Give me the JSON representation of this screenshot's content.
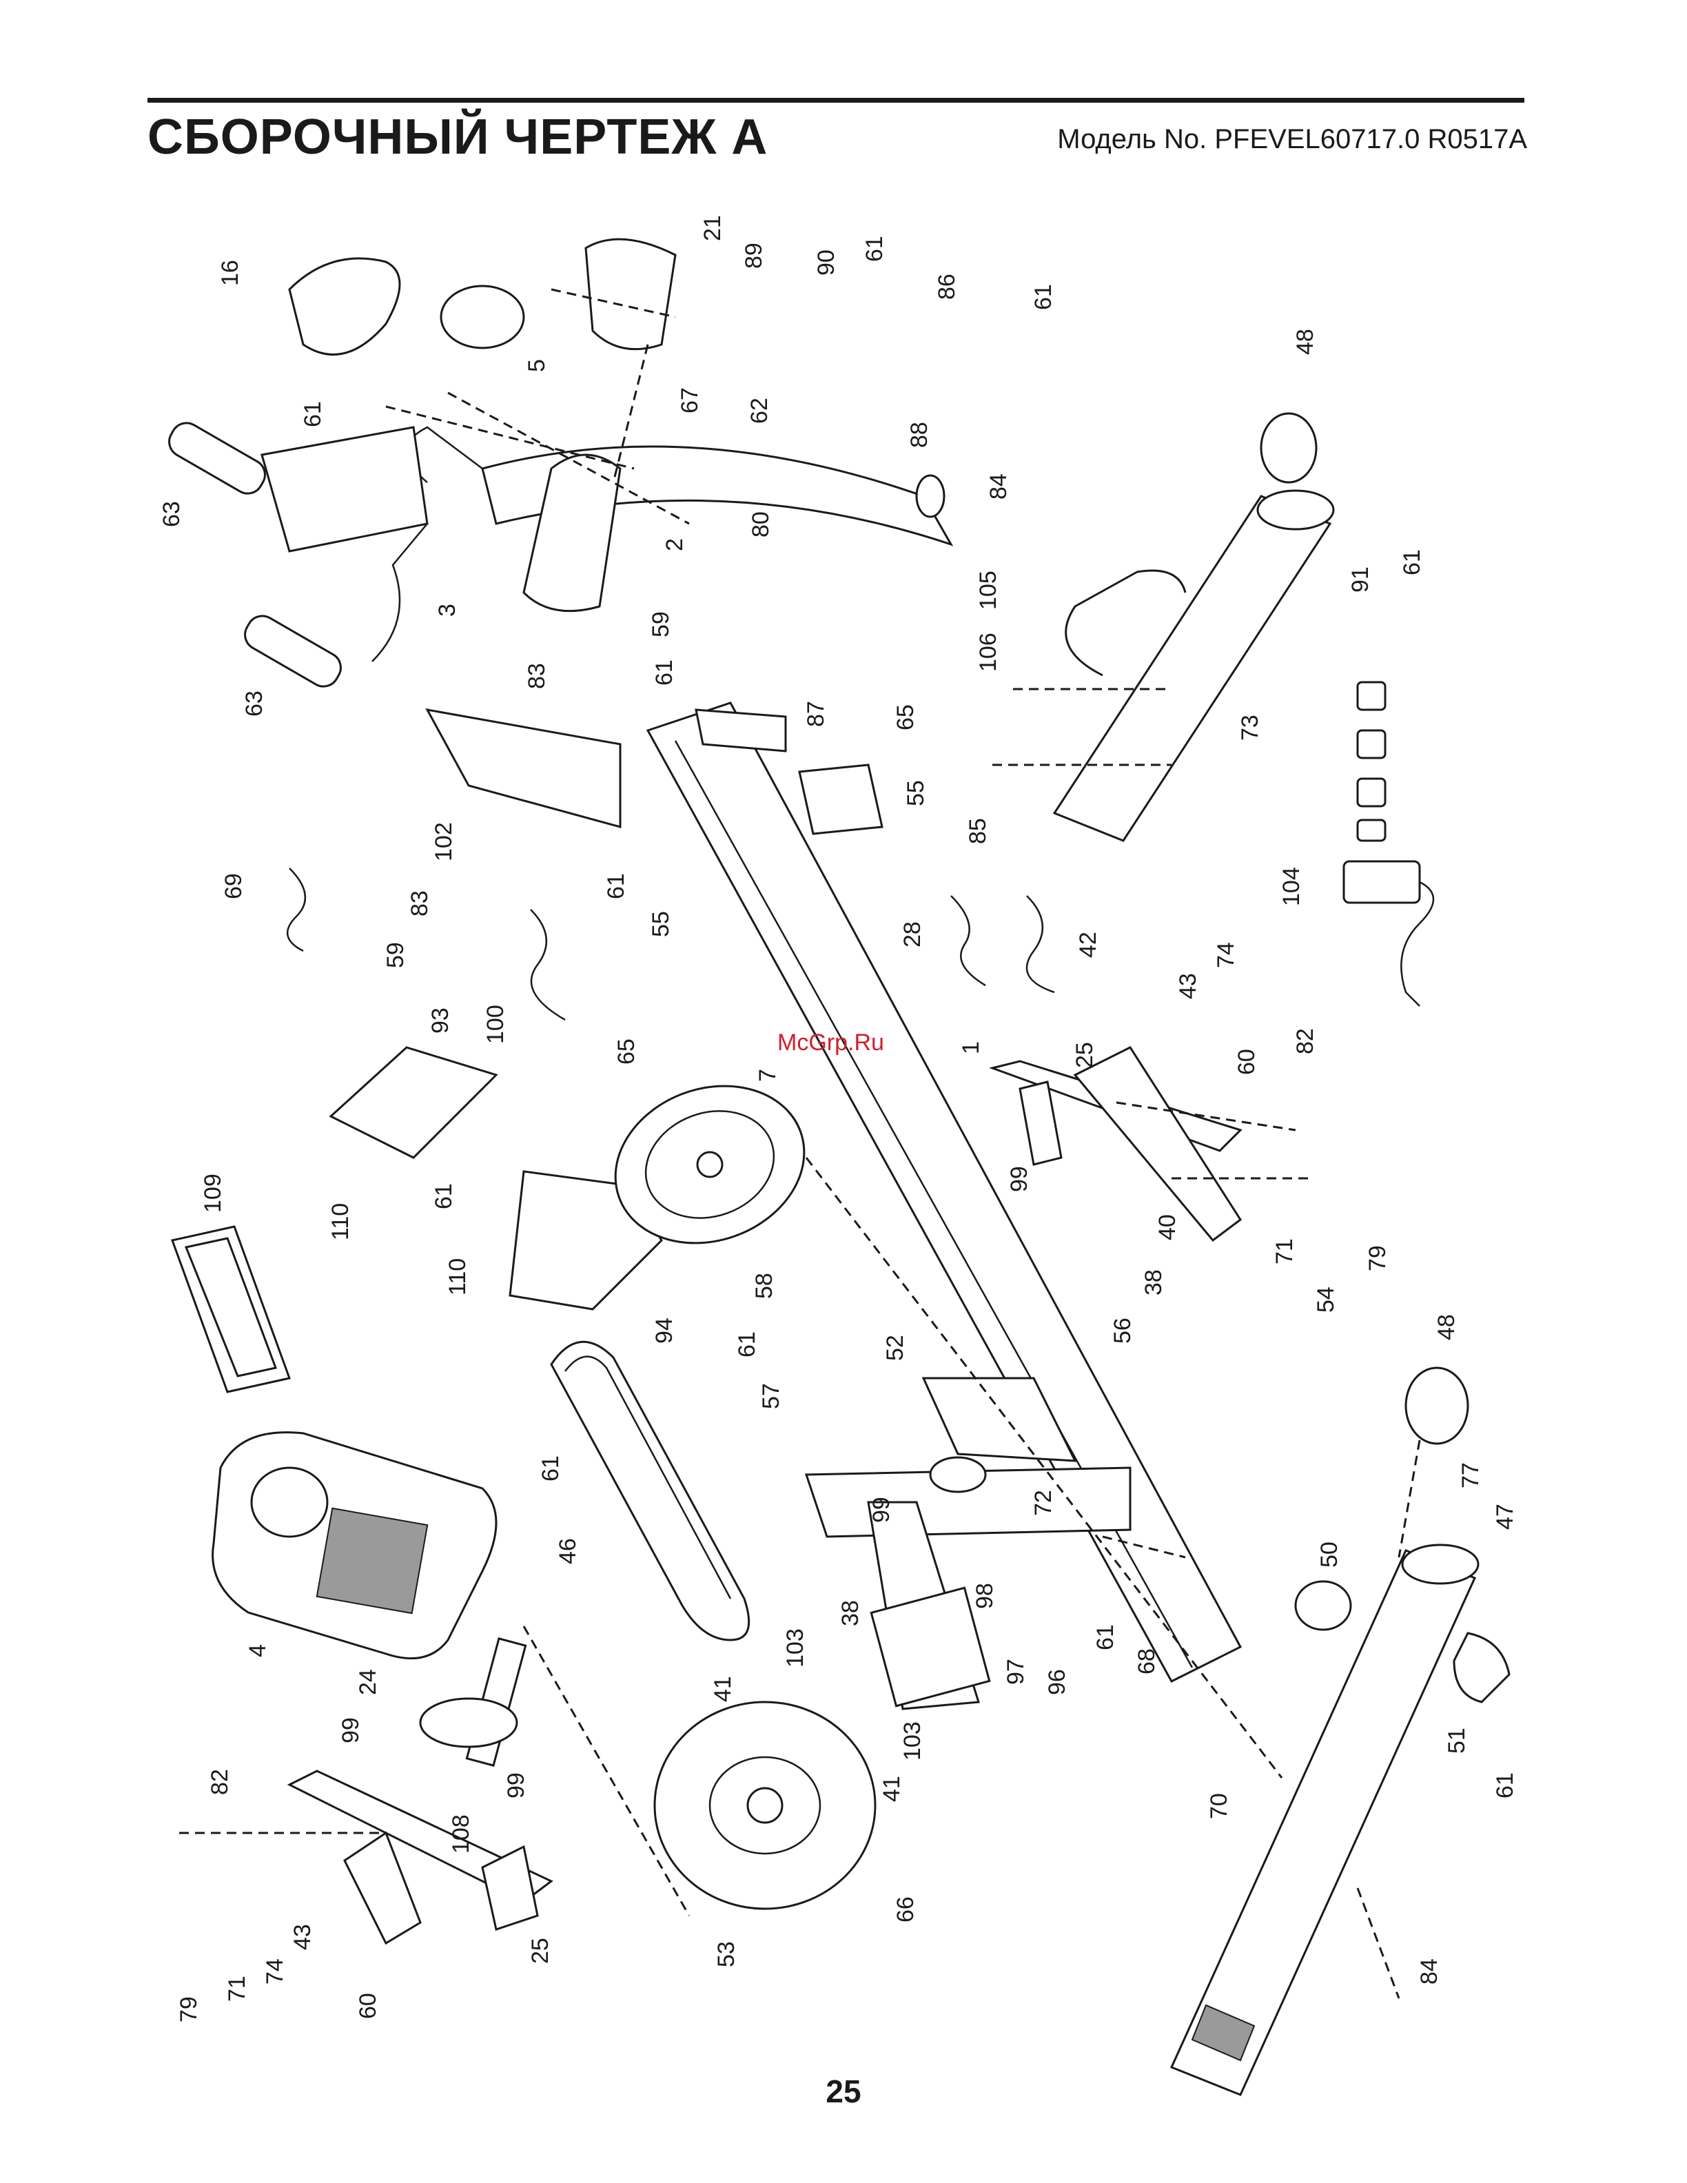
{
  "header": {
    "title": "СБОРОЧНЫЙ ЧЕРТЕЖ A",
    "model": "Модель No. PFEVEL60717.0 R0517A"
  },
  "watermark": "McGrp.Ru",
  "page_number": "25",
  "part_labels": {
    "l16": "16",
    "l5": "5",
    "l21": "21",
    "l89": "89",
    "l90": "90",
    "l61a": "61",
    "l86": "86",
    "l61b": "61",
    "l48a": "48",
    "l67": "67",
    "l62": "62",
    "l61c": "61",
    "l63a": "63",
    "l88": "88",
    "l84a": "84",
    "l2": "2",
    "l80": "80",
    "l105": "105",
    "l91": "91",
    "l61d": "61",
    "l3": "3",
    "l106": "106",
    "l63b": "63",
    "l59a": "59",
    "l83a": "83",
    "l61e": "61",
    "l87": "87",
    "l65a": "65",
    "l73": "73",
    "l55a": "55",
    "l85": "85",
    "l102": "102",
    "l69": "69",
    "l83b": "83",
    "l61f": "61",
    "l59b": "59",
    "l28": "28",
    "l42": "42",
    "l104": "104",
    "l55b": "55",
    "l100": "100",
    "l65b": "65",
    "l74a": "74",
    "l43a": "43",
    "l1": "1",
    "l25a": "25",
    "l60a": "60",
    "l82a": "82",
    "l93": "93",
    "l7": "7",
    "l109": "109",
    "l110a": "110",
    "l110b": "110",
    "l61g": "61",
    "l99a": "99",
    "l40": "40",
    "l71a": "71",
    "l79a": "79",
    "l94": "94",
    "l38a": "38",
    "l58": "58",
    "l56": "56",
    "l54": "54",
    "l61h": "61",
    "l52": "52",
    "l57": "57",
    "l48b": "48",
    "l61i": "61",
    "l99b": "99",
    "l72": "72",
    "l77": "77",
    "l47": "47",
    "l46": "46",
    "l50": "50",
    "l98": "98",
    "l4": "4",
    "l38b": "38",
    "l97": "97",
    "l96": "96",
    "l61j": "61",
    "l68": "68",
    "l103a": "103",
    "l24": "24",
    "l41a": "41",
    "l103b": "103",
    "l41b": "41",
    "l51": "51",
    "l61k": "61",
    "l99c": "99",
    "l70": "70",
    "l99d": "99",
    "l82b": "82",
    "l108": "108",
    "l66": "66",
    "l79b": "79",
    "l71b": "71",
    "l43b": "43",
    "l74b": "74",
    "l60b": "60",
    "l25b": "25",
    "l53": "53",
    "l84b": "84"
  }
}
